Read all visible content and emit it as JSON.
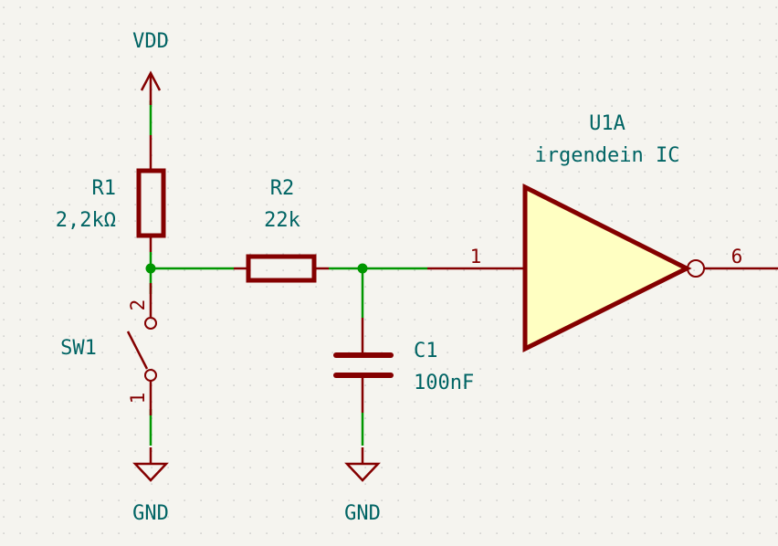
{
  "app": {
    "type": "schematic-editor-canvas"
  },
  "colors": {
    "background": "#f5f4ef",
    "grid": "#b4b4b4",
    "wire": "#009600",
    "symbol_outline": "#840000",
    "symbol_fill": "#ffffc2",
    "reference_text": "#006464",
    "pin_text": "#840000"
  },
  "power": {
    "vdd_label": "VDD",
    "gnd_left_label": "GND",
    "gnd_right_label": "GND"
  },
  "components": {
    "r1": {
      "reference": "R1",
      "value": "2,2kΩ"
    },
    "r2": {
      "reference": "R2",
      "value": "22k"
    },
    "c1": {
      "reference": "C1",
      "value": "100nF"
    },
    "sw1": {
      "reference": "SW1",
      "pin_top": "2",
      "pin_bottom": "1"
    },
    "u1a": {
      "reference": "U1A",
      "value": "irgendein IC",
      "pin_in": "1",
      "pin_out": "6"
    }
  }
}
